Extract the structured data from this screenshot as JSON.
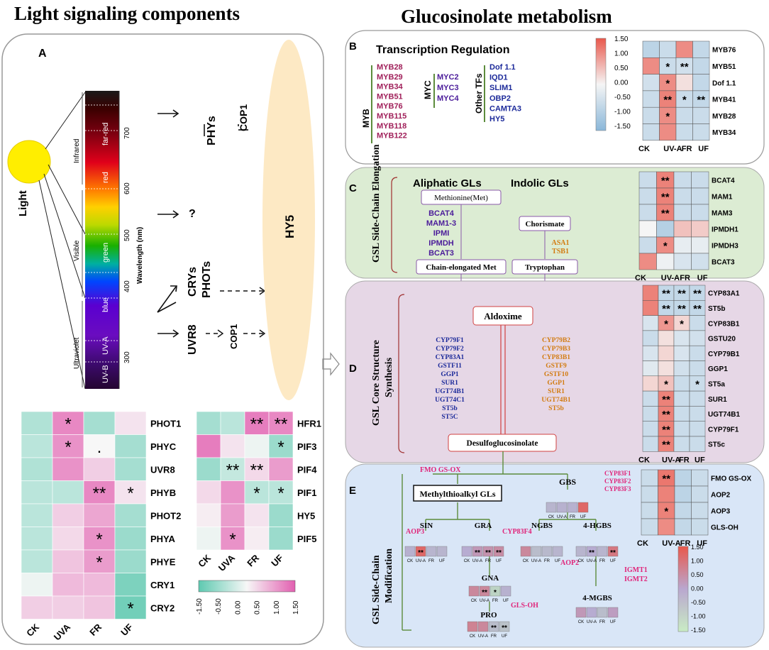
{
  "titles": {
    "left": "Light signaling components",
    "right": "Glucosinolate metabolism"
  },
  "panel_letters": [
    "A",
    "B",
    "C",
    "D",
    "E"
  ],
  "panel_a": {
    "light_label": "Light",
    "sun_color": "#ffee00",
    "regions": [
      "Infrared",
      "Visible",
      "Ultraviolet"
    ],
    "bands": [
      "far-red",
      "red",
      "green",
      "blue",
      "UV-A",
      "UV-B"
    ],
    "wavelength_label": "Wavelength (nm)",
    "wavelength_ticks": [
      "300",
      "400",
      "500",
      "600",
      "700"
    ],
    "receptors": {
      "phys": "PHYs",
      "cop1_top": "COP1",
      "question": "?",
      "crys": "CRYs",
      "phots": "PHOTs",
      "uvr8": "UVR8",
      "cop1_bottom": "COP1",
      "hy5": "HY5"
    }
  },
  "heatmap_a1": {
    "cols": [
      "CK",
      "UVA",
      "FR",
      "UF"
    ],
    "rows": [
      "PHOT1",
      "PHYC",
      "UVR8",
      "PHYB",
      "PHOT2",
      "PHYA",
      "PHYE",
      "CRY1",
      "CRY2"
    ],
    "values": [
      [
        -0.7,
        1.1,
        -0.8,
        0.2
      ],
      [
        -0.6,
        1.0,
        0.0,
        -0.8
      ],
      [
        -0.7,
        1.0,
        0.4,
        -0.8
      ],
      [
        -0.6,
        -0.6,
        1.1,
        0.2
      ],
      [
        -0.6,
        0.4,
        0.8,
        -0.8
      ],
      [
        -0.6,
        0.3,
        1.0,
        -0.9
      ],
      [
        -0.6,
        0.5,
        0.9,
        -0.9
      ],
      [
        -0.1,
        0.6,
        0.6,
        -1.2
      ],
      [
        0.4,
        0.4,
        0.5,
        -1.3
      ]
    ],
    "stars": [
      [
        "",
        "*",
        "",
        ""
      ],
      [
        "",
        "*",
        ".",
        ""
      ],
      [
        "",
        "",
        "",
        ""
      ],
      [
        "",
        "",
        "**",
        "*"
      ],
      [
        "",
        "",
        "",
        ""
      ],
      [
        "",
        "",
        "*",
        ""
      ],
      [
        "",
        "",
        "*",
        ""
      ],
      [
        "",
        "",
        "",
        ""
      ],
      [
        "",
        "",
        "",
        "*"
      ]
    ]
  },
  "heatmap_a2": {
    "cols": [
      "CK",
      "UVA",
      "FR",
      "UF"
    ],
    "rows": [
      "HFR1",
      "PIF3",
      "PIF4",
      "PIF1",
      "HY5",
      "PIF5"
    ],
    "values": [
      [
        -0.8,
        -0.6,
        1.2,
        1.1
      ],
      [
        1.2,
        0.2,
        -0.1,
        -0.9
      ],
      [
        -0.9,
        -0.5,
        0.3,
        0.9
      ],
      [
        0.3,
        1.0,
        -0.6,
        -0.6
      ],
      [
        0.1,
        0.9,
        0.2,
        -0.9
      ],
      [
        -0.1,
        1.0,
        0.1,
        -0.9
      ]
    ],
    "stars": [
      [
        "",
        "",
        "**",
        "**"
      ],
      [
        "",
        "",
        "",
        "*"
      ],
      [
        "",
        "**",
        "**",
        ""
      ],
      [
        "",
        "",
        "*",
        "*"
      ],
      [
        "",
        "",
        "",
        ""
      ],
      [
        "",
        "*",
        "",
        ""
      ]
    ]
  },
  "legend_a": {
    "ticks": [
      "-1.50",
      "-0.50",
      "0.00",
      "0.50",
      "1.00",
      "1.50"
    ],
    "low_color": "#5ec9b0",
    "mid_color": "#f7f7f7",
    "high_color": "#e25fb0"
  },
  "panel_b": {
    "title": "Transcription Regulation",
    "myb_label": "MYB",
    "myb_genes": [
      "MYB28",
      "MYB29",
      "MYB34",
      "MYB51",
      "MYB76",
      "MYB115",
      "MYB118",
      "MYB122"
    ],
    "myc_label": "MYC",
    "myc_genes": [
      "MYC2",
      "MYC3",
      "MYC4"
    ],
    "other_label": "Other TFs",
    "other_genes": [
      "Dof 1.1",
      "IQD1",
      "SLIM1",
      "OBP2",
      "CAMTA3",
      "HY5"
    ],
    "heat_rows": [
      "MYB76",
      "MYB51",
      "Dof 1.1",
      "MYB41",
      "MYB28",
      "MYB34"
    ],
    "heat_cols": [
      "CK",
      "UV-A",
      "FR",
      "UF"
    ],
    "values": [
      [
        -0.8,
        -0.6,
        1.0,
        -0.7
      ],
      [
        1.0,
        -0.6,
        -0.5,
        -0.7
      ],
      [
        -0.5,
        1.0,
        0.2,
        -0.7
      ],
      [
        -0.6,
        1.1,
        -0.6,
        -0.7
      ],
      [
        -0.6,
        1.0,
        -0.6,
        -0.6
      ],
      [
        -0.6,
        1.0,
        -0.6,
        -0.6
      ]
    ],
    "stars": [
      [
        "",
        "",
        "",
        ""
      ],
      [
        "",
        "*",
        "**",
        ""
      ],
      [
        "",
        "*",
        "",
        ""
      ],
      [
        "",
        "**",
        "*",
        "**"
      ],
      [
        "",
        "*",
        "",
        ""
      ],
      [
        "",
        "",
        "",
        ""
      ]
    ],
    "legend_ticks": [
      "1.50",
      "1.00",
      "0.50",
      "0.00",
      "-0.50",
      "-1.00",
      "-1.50"
    ]
  },
  "panel_c": {
    "side_label": "GSL Side-Chain Elongation",
    "aliphatic": "Aliphatic GLs",
    "indolic": "Indolic GLs",
    "met": "Methionine(Met)",
    "met_genes": [
      "BCAT4",
      "MAM1-3",
      "IPMI",
      "IPMDH",
      "BCAT3"
    ],
    "chain_met": "Chain-elongated Met",
    "chorismate": "Chorismate",
    "ind_genes": [
      "ASA1",
      "TSB1"
    ],
    "tryptophan": "Tryptophan",
    "heat_rows": [
      "BCAT4",
      "MAM1",
      "MAM3",
      "IPMDH1",
      "IPMDH3",
      "BCAT3"
    ],
    "heat_cols": [
      "CK",
      "UV-A",
      "FR",
      "UF"
    ],
    "values": [
      [
        -0.6,
        1.1,
        -0.6,
        -0.6
      ],
      [
        -0.6,
        1.1,
        -0.6,
        -0.6
      ],
      [
        -0.6,
        1.1,
        -0.6,
        -0.6
      ],
      [
        0.0,
        -0.9,
        0.5,
        0.4
      ],
      [
        -0.6,
        1.0,
        -0.2,
        -0.2
      ],
      [
        1.0,
        -0.1,
        -0.4,
        -0.5
      ]
    ],
    "stars": [
      [
        "",
        "**",
        "",
        ""
      ],
      [
        "",
        "**",
        "",
        ""
      ],
      [
        "",
        "**",
        "",
        ""
      ],
      [
        "",
        "",
        "",
        ""
      ],
      [
        "",
        "*",
        "",
        ""
      ],
      [
        "",
        "",
        "",
        ""
      ]
    ]
  },
  "panel_d": {
    "side_label": "GSL Core Structure Synthesis",
    "aldoxime": "Aldoxime",
    "left_genes": [
      "CYP79F1",
      "CYP79F2",
      "CYP83A1",
      "GSTF11",
      "GGP1",
      "SUR1",
      "UGT74B1",
      "UGT74C1",
      "ST5b",
      "ST5C"
    ],
    "right_genes": [
      "CYP79B2",
      "CYP79B3",
      "CYP83B1",
      "GSTF9",
      "GSTF10",
      "GGP1",
      "SUR1",
      "UGT74B1",
      "ST5b"
    ],
    "desulfo": "Desulfoglucosinolate",
    "heat_rows": [
      "CYP83A1",
      "ST5b",
      "CYP83B1",
      "GSTU20",
      "CYP79B1",
      "GGP1",
      "ST5a",
      "SUR1",
      "UGT74B1",
      "CYP79F1",
      "ST5c"
    ],
    "heat_cols": [
      "CK",
      "UV-A",
      "FR",
      "UF"
    ],
    "values": [
      [
        1.1,
        -0.7,
        -0.7,
        -0.7
      ],
      [
        1.1,
        -0.7,
        -0.7,
        -0.7
      ],
      [
        -0.4,
        0.9,
        0.3,
        -0.6
      ],
      [
        -0.6,
        0.2,
        -0.4,
        -0.5
      ],
      [
        -0.4,
        0.3,
        -0.4,
        -0.6
      ],
      [
        -0.3,
        0.2,
        -0.5,
        -0.6
      ],
      [
        0.3,
        0.5,
        -0.6,
        -0.6
      ],
      [
        -0.6,
        1.1,
        -0.6,
        -0.6
      ],
      [
        -0.6,
        1.1,
        -0.6,
        -0.6
      ],
      [
        -0.6,
        1.1,
        -0.6,
        -0.6
      ],
      [
        -0.6,
        1.1,
        -0.6,
        -0.6
      ]
    ],
    "stars": [
      [
        "",
        "**",
        "**",
        "**"
      ],
      [
        "",
        "**",
        "**",
        "**"
      ],
      [
        "",
        "*",
        "*",
        ""
      ],
      [
        "",
        "",
        "",
        ""
      ],
      [
        "",
        "",
        "",
        ""
      ],
      [
        "",
        "",
        "",
        ""
      ],
      [
        "",
        "*",
        "",
        "*"
      ],
      [
        "",
        "**",
        "",
        ""
      ],
      [
        "",
        "**",
        "",
        ""
      ],
      [
        "",
        "**",
        "",
        ""
      ],
      [
        "",
        "**",
        "",
        ""
      ]
    ]
  },
  "panel_e": {
    "side_label": "GSL Side-Chain Modification",
    "fmo": "FMO GS-OX",
    "methylthio": "Methylthioalkyl GLs",
    "gbs": "GBS",
    "cyp83f": [
      "CYP83F1",
      "CYP83F2",
      "CYP83F3"
    ],
    "aop3": "AOP3",
    "cyp83f4": "CYP83F4",
    "aop2": "AOP2",
    "igmt": [
      "IGMT1",
      "IGMT2"
    ],
    "gls_oh": "GLS-OH",
    "nodes": [
      "SIN",
      "GRA",
      "NGBS",
      "4-HGBS",
      "GNA",
      "4-MGBS",
      "PRO"
    ],
    "mini_cols": [
      "CK",
      "UV-A",
      "FR",
      "UF"
    ],
    "mini": {
      "GBS": {
        "values": [
          -0.3,
          -0.2,
          -0.2,
          1.2
        ],
        "stars": [
          "",
          "",
          "",
          ""
        ]
      },
      "SIN": {
        "values": [
          -0.2,
          1.2,
          -0.3,
          -0.3
        ],
        "stars": [
          "",
          "**",
          "",
          ""
        ]
      },
      "GRA": {
        "values": [
          -0.1,
          0.3,
          0.4,
          0.5
        ],
        "stars": [
          "",
          "**",
          "**",
          "**"
        ]
      },
      "NGBS": {
        "values": [
          0.6,
          -0.5,
          -0.4,
          -0.3
        ],
        "stars": [
          "",
          "",
          "",
          ""
        ]
      },
      "4-HGBS": {
        "values": [
          -0.3,
          -0.1,
          -0.3,
          0.9
        ],
        "stars": [
          "",
          "**",
          "",
          "**"
        ]
      },
      "GNA": {
        "values": [
          0.6,
          0.6,
          -1.0,
          -0.2
        ],
        "stars": [
          "",
          "**",
          "*",
          ""
        ]
      },
      "4-MGBS": {
        "values": [
          0.3,
          -0.1,
          -0.5,
          0.2
        ],
        "stars": [
          "",
          "",
          "",
          ""
        ]
      },
      "PRO": {
        "values": [
          0.7,
          0.6,
          -0.5,
          -0.6
        ],
        "stars": [
          "",
          "",
          "**",
          "**"
        ]
      }
    },
    "heat_rows": [
      "FMO GS-OX",
      "AOP2",
      "AOP3",
      "GLS-OH"
    ],
    "heat_cols": [
      "CK",
      "UV-A",
      "FR",
      "UF"
    ],
    "values": [
      [
        -0.6,
        1.2,
        -0.8,
        -0.6
      ],
      [
        -0.6,
        1.1,
        -0.8,
        -0.6
      ],
      [
        -0.6,
        1.1,
        -0.7,
        -0.6
      ],
      [
        -0.6,
        1.0,
        -0.7,
        -0.6
      ]
    ],
    "stars": [
      [
        "",
        "**",
        "",
        ""
      ],
      [
        "",
        "",
        "",
        ""
      ],
      [
        "",
        "*",
        "",
        ""
      ],
      [
        "",
        "",
        "",
        ""
      ]
    ],
    "legend_ticks": [
      "1.50",
      "1.00",
      "0.50",
      "0.00",
      "-0.50",
      "-1.00",
      "-1.50"
    ]
  },
  "colors": {
    "gene_purple": "#4b1c9a",
    "myb_red": "#a0205a",
    "gene_orange": "#d27b10",
    "pink_label": "#e0257a",
    "green_line": "#5c8c3c",
    "rw_low": "#8ab7d9",
    "rw_mid": "#f5f5f5",
    "rw_high": "#e9584c",
    "panel_c_bg": "#dcecd3",
    "panel_d_bg": "#e6d7e6",
    "panel_e_bg": "#d9e6f7"
  }
}
